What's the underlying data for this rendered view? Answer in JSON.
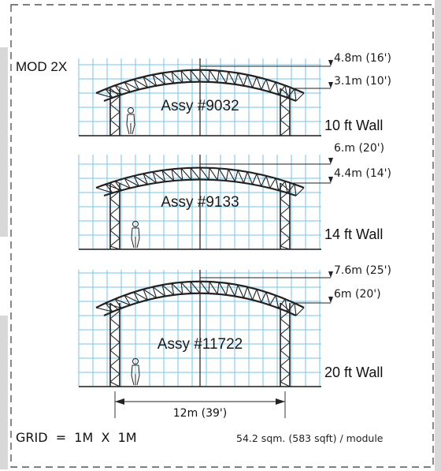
{
  "title": "MOD 2X",
  "grid_caption": "GRID  =  1M  X  1M",
  "area_caption": "54.2 sqm. (583 sqft) / module",
  "span_label": "12m  (39')",
  "colors": {
    "grid": "#74c6ea",
    "ink": "#222222",
    "frame": "#555555"
  },
  "assemblies": [
    {
      "assy_label": "Assy #9032",
      "wall_label": "10 ft Wall",
      "ridge_dim": "4.8m  (16')",
      "eave_dim": "3.1m  (10')",
      "ridge_height_m": 4.8,
      "eave_height_m": 3.1
    },
    {
      "assy_label": "Assy #9133",
      "wall_label": "14 ft Wall",
      "ridge_dim": "6.m  (20')",
      "eave_dim": "4.4m  (14')",
      "ridge_height_m": 6.0,
      "eave_height_m": 4.4
    },
    {
      "assy_label": "Assy #11722",
      "wall_label": "20 ft Wall",
      "ridge_dim": "7.6m  (25')",
      "eave_dim": "6m  (20')",
      "ridge_height_m": 7.6,
      "eave_height_m": 6.0
    }
  ]
}
